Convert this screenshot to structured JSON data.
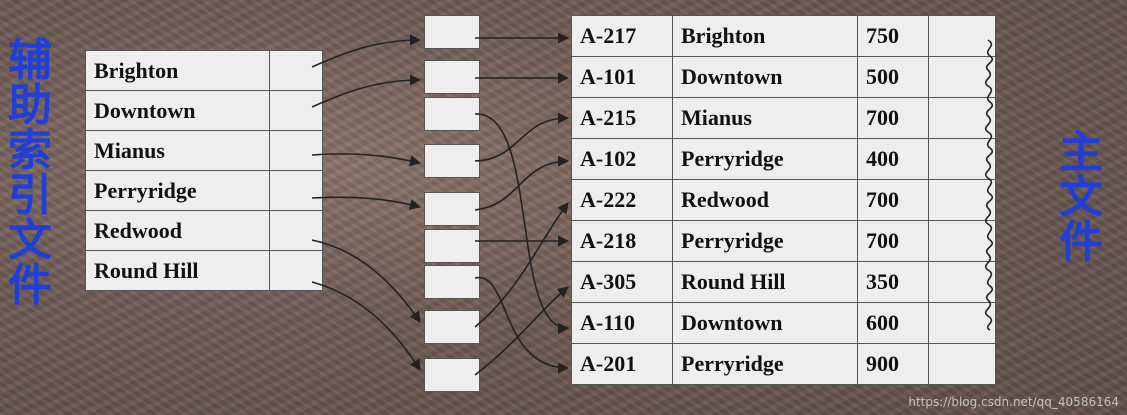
{
  "labels": {
    "secondary_index_file": "辅助索引文件",
    "main_file": "主文件"
  },
  "secondary_index": [
    "Brighton",
    "Downtown",
    "Mianus",
    "Perryridge",
    "Redwood",
    "Round Hill"
  ],
  "main_file_records": [
    [
      "A-217",
      "Brighton",
      "750"
    ],
    [
      "A-101",
      "Downtown",
      "500"
    ],
    [
      "A-215",
      "Mianus",
      "700"
    ],
    [
      "A-102",
      "Perryridge",
      "400"
    ],
    [
      "A-222",
      "Redwood",
      "700"
    ],
    [
      "A-218",
      "Perryridge",
      "700"
    ],
    [
      "A-305",
      "Round Hill",
      "350"
    ],
    [
      "A-110",
      "Downtown",
      "600"
    ],
    [
      "A-201",
      "Perryridge",
      "900"
    ]
  ],
  "watermark": "https://blog.csdn.net/qq_40586164",
  "colors": {
    "label_blue": "#1f3fd8",
    "cell_bg": "#eeeeee",
    "arrow": "#222222"
  }
}
